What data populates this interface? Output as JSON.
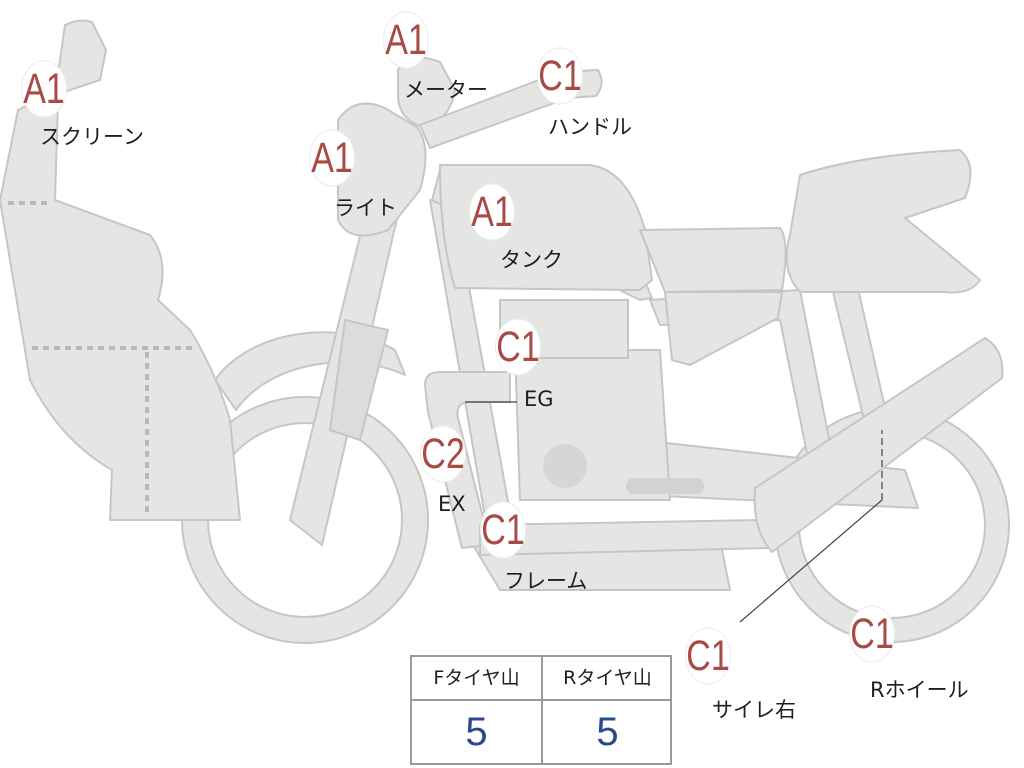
{
  "colors": {
    "grade_text": "#a84a45",
    "label_text": "#1e1e1e",
    "table_value": "#2a4a8c",
    "part_fill": "#e5e5e3",
    "part_outline": "#c6c6c3"
  },
  "parts": {
    "screen": {
      "grade": "A1",
      "label": "スクリーン"
    },
    "meter": {
      "grade": "A1",
      "label": "メーター"
    },
    "handle": {
      "grade": "C1",
      "label": "ハンドル"
    },
    "light": {
      "grade": "A1",
      "label": "ライト"
    },
    "tank": {
      "grade": "A1",
      "label": "タンク"
    },
    "engine": {
      "grade": "C1",
      "label": "EG"
    },
    "exhaust": {
      "grade": "C2",
      "label": "EX"
    },
    "frame": {
      "grade": "C1",
      "label": "フレーム"
    },
    "muffler_right": {
      "grade": "C1",
      "label": "サイレ右"
    },
    "rear_wheel": {
      "grade": "C1",
      "label": "Rホイール"
    }
  },
  "tread": {
    "front": {
      "header": "Fタイヤ山",
      "value": "5"
    },
    "rear": {
      "header": "Rタイヤ山",
      "value": "5"
    }
  }
}
